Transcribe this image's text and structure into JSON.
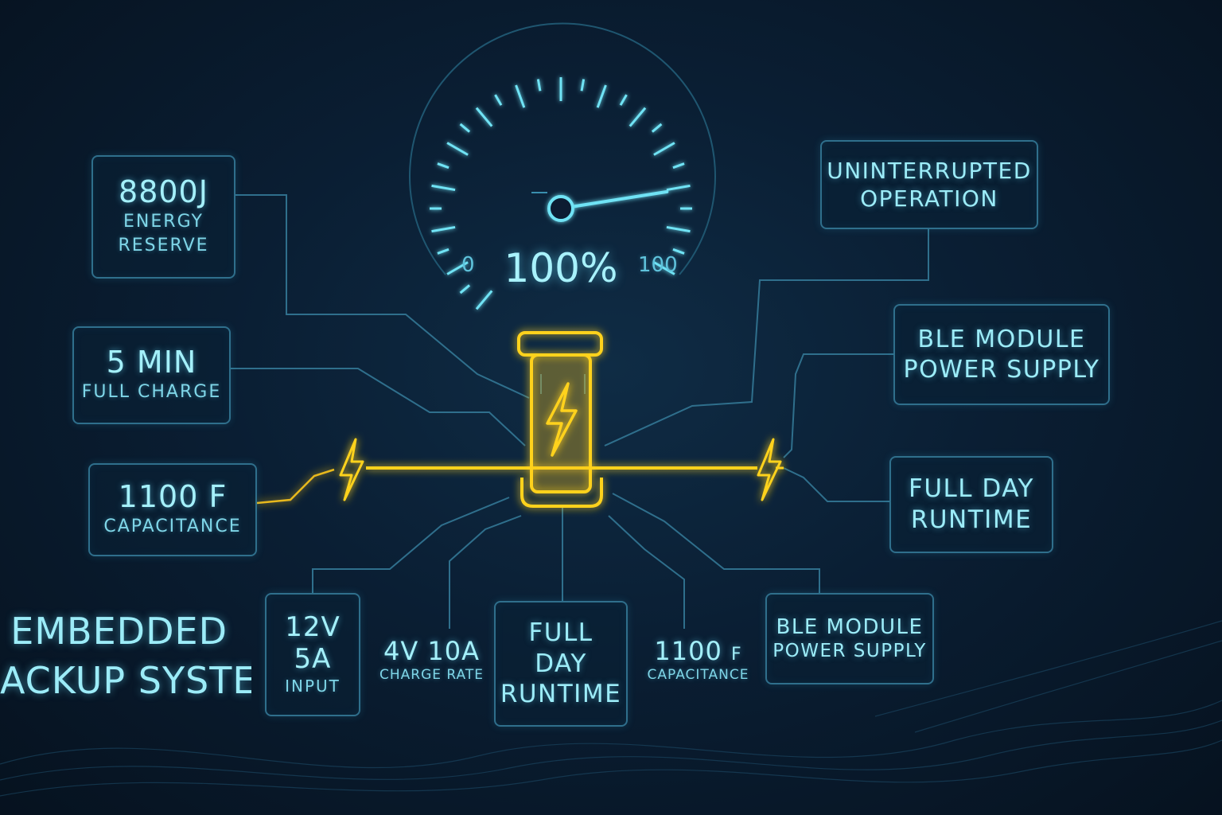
{
  "title": {
    "line1": "EMBEDDED",
    "line2": "ACKUP SYSTEM"
  },
  "gauge": {
    "percent_label": "100%",
    "min_label": "0",
    "max_label": "100",
    "level": 0.85
  },
  "boxes": {
    "energy": {
      "value": "8800J",
      "label_line1": "ENERGY",
      "label_line2": "RESERVE"
    },
    "charge_time": {
      "value": "5 MIN",
      "label": "FULL CHARGE"
    },
    "capacitance_left": {
      "value": "1100 F",
      "label": "CAPACITANCE"
    },
    "input": {
      "line1": "12V",
      "line2": "5A",
      "line3": "INPUT"
    },
    "charge_rate": {
      "value": "4V 10A",
      "label": "CHARGE RATE"
    },
    "runtime_center": {
      "line1": "FULL",
      "line2": "DAY",
      "line3": "RUNTIME"
    },
    "capacitance_bottom": {
      "value": "1100",
      "unit": "F",
      "label": "CAPACITANCE"
    },
    "ble_bottom": {
      "line1": "BLE MODULE",
      "line2": "POWER SUPPLY"
    },
    "uninterrupted": {
      "line1": "UNINTERRUPTED",
      "line2": "OPERATION"
    },
    "ble_right": {
      "line1": "BLE MODULE",
      "line2": "POWER SUPPLY"
    },
    "runtime_right": {
      "line1": "FULL DAY",
      "line2": "RUNTIME"
    }
  },
  "colors": {
    "accent": "#6fe3f5",
    "glow": "#ffd21f",
    "line": "#2f6f8c",
    "background": "#0a1e33"
  }
}
